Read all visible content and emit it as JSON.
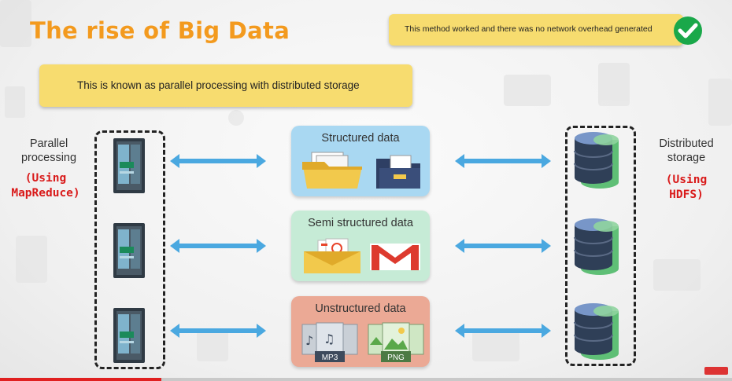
{
  "title": "The rise of Big Data",
  "note": {
    "text": "This method worked and there was no network overhead generated",
    "icon": "check-circle-icon",
    "icon_color": "#1aa84a"
  },
  "banner": {
    "text": "This is known as parallel processing with distributed storage"
  },
  "left": {
    "label_line1": "Parallel",
    "label_line2": "processing",
    "annotation_line1": "(Using",
    "annotation_line2": "MapReduce)"
  },
  "right": {
    "label_line1": "Distributed",
    "label_line2": "storage",
    "annotation_line1": "(Using",
    "annotation_line2": "HDFS)"
  },
  "cards": [
    {
      "title": "Structured data",
      "color": "#a9d8f2",
      "icons": [
        "folder-icon",
        "file-cabinet-icon"
      ]
    },
    {
      "title": "Semi structured data",
      "color": "#c6ebd6",
      "icons": [
        "email-icon",
        "gmail-icon"
      ]
    },
    {
      "title": "Unstructured data",
      "color": "#eba995",
      "icons": [
        "mp3-file-icon",
        "png-file-icon"
      ]
    }
  ],
  "file_labels": {
    "mp3": "MP3",
    "png": "PNG"
  },
  "colors": {
    "title": "#f39a1e",
    "note_bg": "#f7dc6f",
    "arrow": "#4aa8e0",
    "annotation": "#d91a1a"
  },
  "progress": {
    "fraction": 0.22
  }
}
